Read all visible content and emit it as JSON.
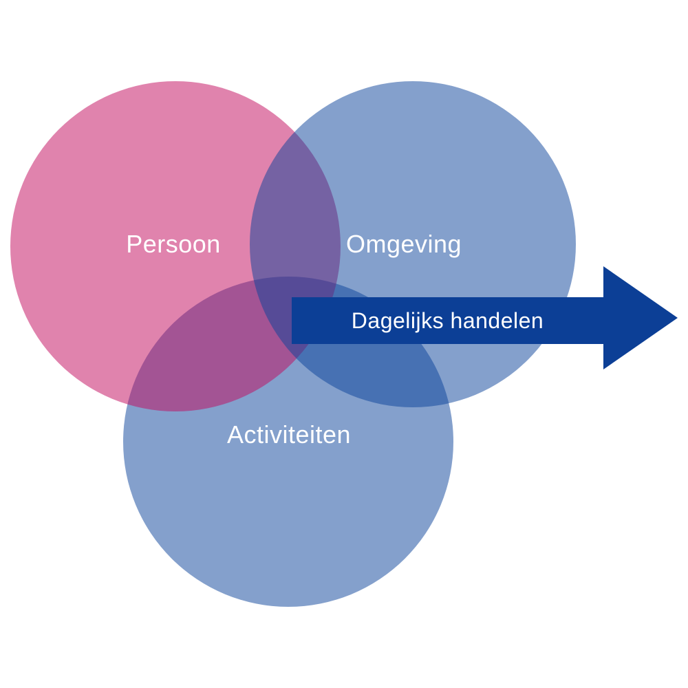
{
  "diagram": {
    "type": "venn",
    "background_color": "#ffffff",
    "label_text_color": "#ffffff",
    "circles": [
      {
        "id": "persoon",
        "label": "Persoon",
        "base_color": "#c1075b",
        "opacity": 0.5,
        "rendered_color": "#e083ad"
      },
      {
        "id": "omgeving",
        "label": "Omgeving",
        "base_color": "#0a4199",
        "opacity": 0.5,
        "rendered_color": "#84a0cc"
      },
      {
        "id": "activiteiten",
        "label": "Activiteiten",
        "base_color": "#0a4199",
        "opacity": 0.5,
        "rendered_color": "#84a0cc"
      }
    ],
    "overlap_colors": {
      "persoon_omgeving": "#76629f",
      "persoon_activiteiten": "#a94f94",
      "omgeving_activiteiten": "#4770ad",
      "triple": "#564a91"
    },
    "arrow": {
      "label": "Dagelijks handelen",
      "fill_color": "#0c3f96",
      "text_color": "#ffffff",
      "direction": "right"
    }
  }
}
